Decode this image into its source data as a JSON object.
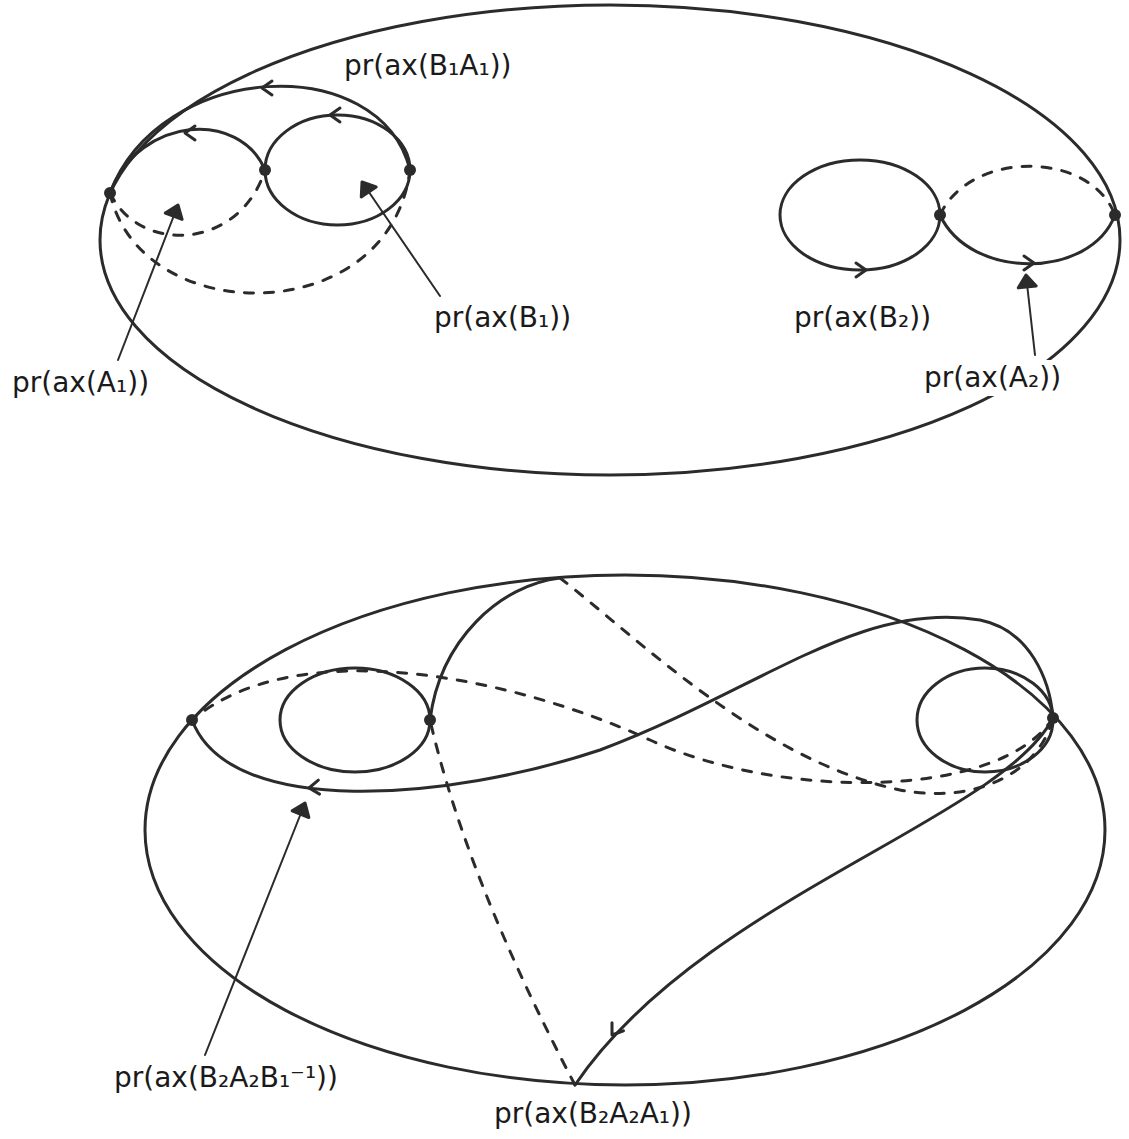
{
  "diagram": {
    "labels": [
      "pr(ax(B₁A₁))",
      "pr(ax(B₁))",
      "pr(ax(A₁))",
      "pr(ax(B₂))",
      "pr(ax(A₂))",
      "pr(ax(B₂A₂B₁⁻¹))",
      "pr(ax(B₂A₂A₁))"
    ]
  }
}
